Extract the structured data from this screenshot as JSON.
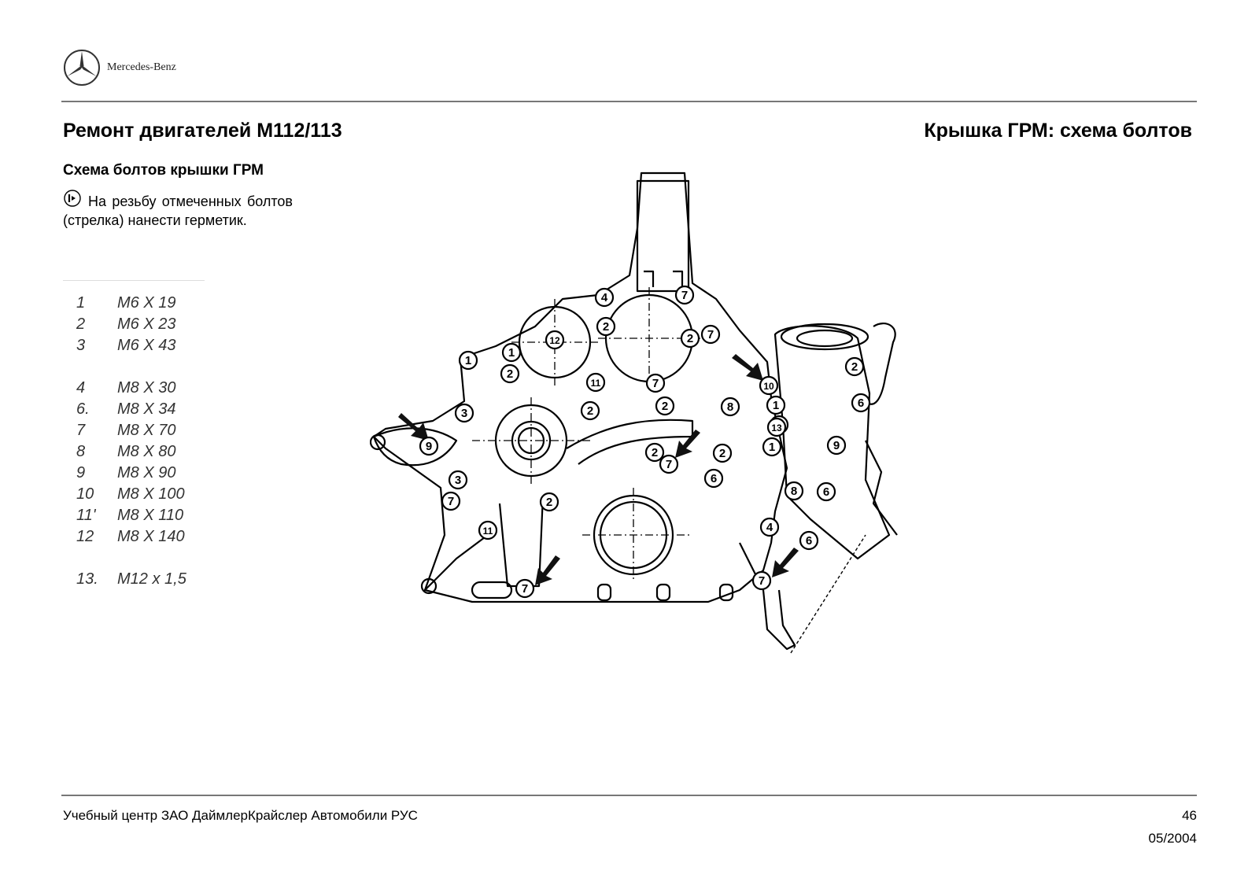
{
  "brand": {
    "name": "Mercedes-Benz",
    "logo_icon": "three-pointed-star-icon"
  },
  "header": {
    "title_left": "Ремонт двигателей M112/113",
    "title_right": "Крышка ГРМ: схема болтов"
  },
  "section": {
    "subtitle": "Схема болтов крышки ГРМ",
    "note_icon": "sealant-icon",
    "note_text": "На резьбу отмеченных болтов (стрелка) нанести герметик."
  },
  "bolts": [
    {
      "num": "1",
      "size": "M6 X 19"
    },
    {
      "num": "2",
      "size": "M6 X 23"
    },
    {
      "num": "3",
      "size": "M6 X 43"
    },
    {
      "num": "4",
      "size": "M8 X 30"
    },
    {
      "num": "6.",
      "size": "M8 X 34"
    },
    {
      "num": "7",
      "size": "M8 X 70"
    },
    {
      "num": "8",
      "size": "M8 X 80"
    },
    {
      "num": "9",
      "size": "M8 X 90"
    },
    {
      "num": "10",
      "size": "M8 X 100"
    },
    {
      "num": "11'",
      "size": "M8 X 110"
    },
    {
      "num": "12",
      "size": "M8 X 140"
    },
    {
      "num": "13.",
      "size": "M12 x 1,5"
    }
  ],
  "diagram": {
    "callouts": [
      "1",
      "1",
      "1",
      "1",
      "2",
      "2",
      "2",
      "2",
      "2",
      "2",
      "2",
      "2",
      "2",
      "3",
      "3",
      "4",
      "4",
      "6",
      "6",
      "6",
      "6",
      "7",
      "7",
      "7",
      "7",
      "7",
      "7",
      "7",
      "8",
      "8",
      "9",
      "9",
      "9",
      "10",
      "11",
      "11",
      "12",
      "13"
    ]
  },
  "footer": {
    "org": "Учебный центр ЗАО ДаймлерКрайслер Автомобили РУС",
    "page": "46",
    "date": "05/2004"
  }
}
